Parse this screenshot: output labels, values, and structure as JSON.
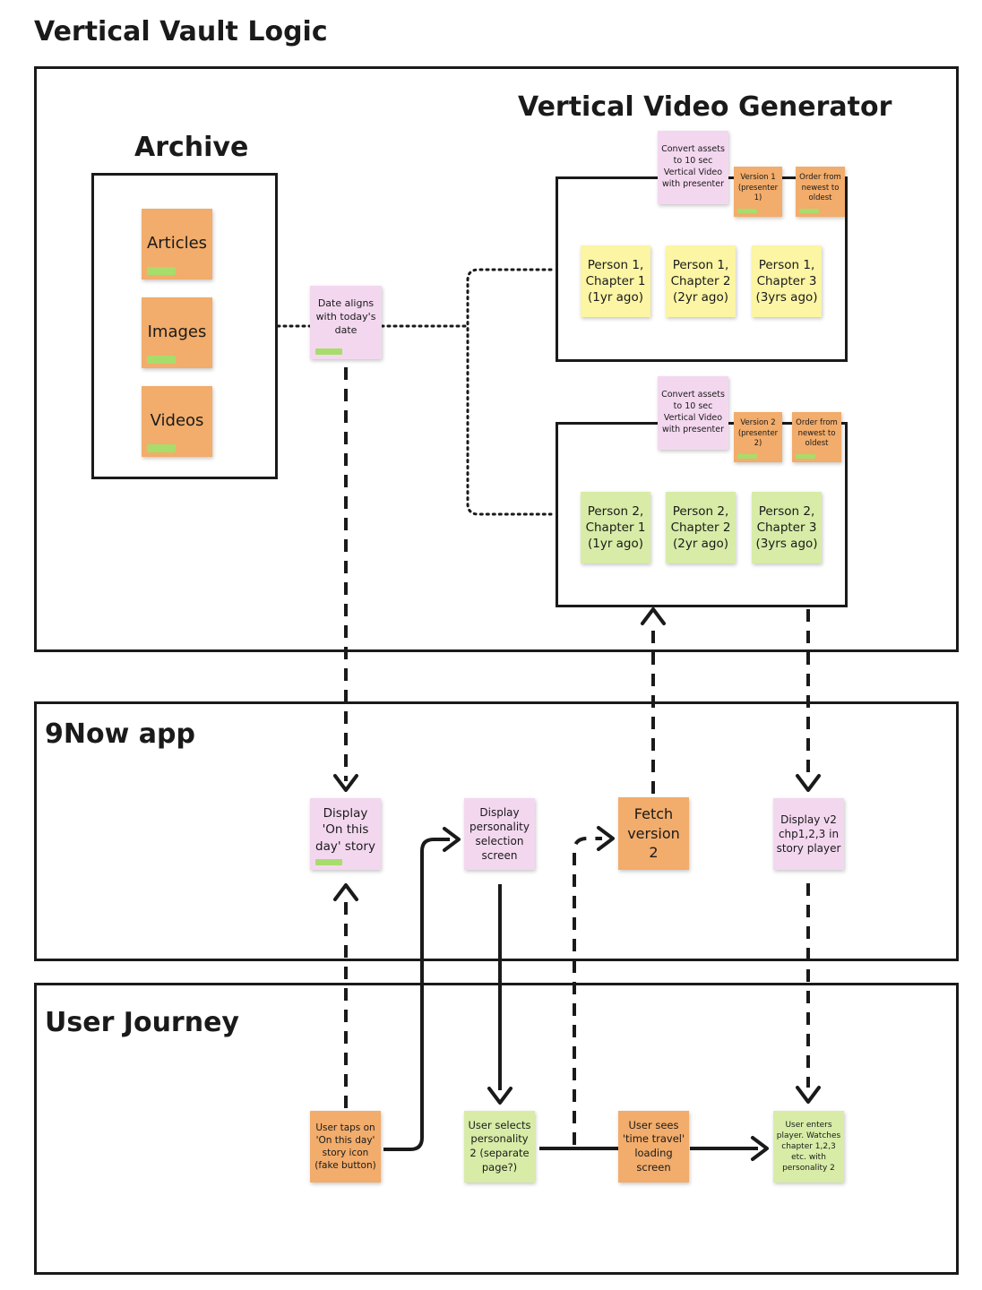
{
  "title": "Vertical Vault Logic",
  "sections": {
    "generator_title": "Vertical Video Generator",
    "archive_title": "Archive",
    "app_title": "9Now app",
    "journey_title": "User Journey"
  },
  "archive": {
    "articles": "Articles",
    "images": "Images",
    "videos": "Videos"
  },
  "date_note": "Date aligns with today's date",
  "generator_v1": {
    "convert": "Convert assets to 10 sec Vertical Video with presenter",
    "version": "Version 1 (presenter 1)",
    "order": "Order from newest to oldest",
    "chapters": [
      "Person 1, Chapter 1 (1yr ago)",
      "Person 1, Chapter 2 (2yr ago)",
      "Person 1, Chapter 3 (3yrs ago)"
    ]
  },
  "generator_v2": {
    "convert": "Convert assets to 10 sec Vertical Video with presenter",
    "version": "Version 2 (presenter 2)",
    "order": "Order from newest to oldest",
    "chapters": [
      "Person 2, Chapter 1 (1yr ago)",
      "Person 2, Chapter 2 (2yr ago)",
      "Person 2, Chapter 3 (3yrs ago)"
    ]
  },
  "app": {
    "display_story": "Display 'On this day' story",
    "display_personality": "Display personality selection screen",
    "fetch_version": "Fetch version 2",
    "display_v2": "Display v2 chp1,2,3 in story player"
  },
  "journey": {
    "taps": "User taps on 'On this day' story icon (fake button)",
    "selects": "User selects personality 2 (separate page?)",
    "sees": "User sees 'time travel' loading screen",
    "enters": "User enters player. Watches chapter 1,2,3 etc. with personality 2"
  },
  "colors": {
    "orange": "#f2ac6b",
    "pink": "#f3d7ef",
    "yellow": "#fbf5a4",
    "green": "#d8eca7",
    "tag": "#a8dd6b",
    "line": "#1a1a1a"
  }
}
